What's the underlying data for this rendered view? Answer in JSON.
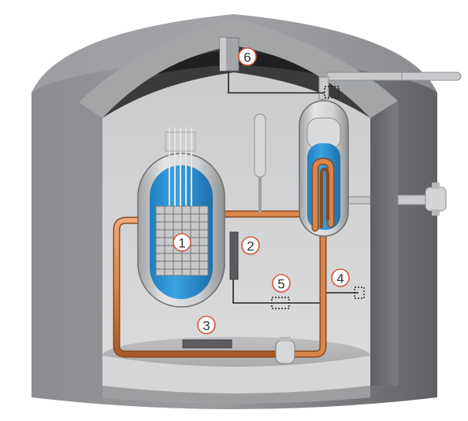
{
  "colors": {
    "pipe": "#d8844a",
    "coolant": "#2f97d6",
    "callout_stroke": "#d6553a",
    "wall_dark": "#7d7f82",
    "cavity": "#d2d3d4"
  },
  "callouts": [
    {
      "id": "reactor-core",
      "number": "1"
    },
    {
      "id": "sensor-rod",
      "number": "2"
    },
    {
      "id": "floor-plate",
      "number": "3"
    },
    {
      "id": "wall-penetration",
      "number": "4"
    },
    {
      "id": "signal-junction",
      "number": "5"
    },
    {
      "id": "dome-unit",
      "number": "6"
    }
  ]
}
